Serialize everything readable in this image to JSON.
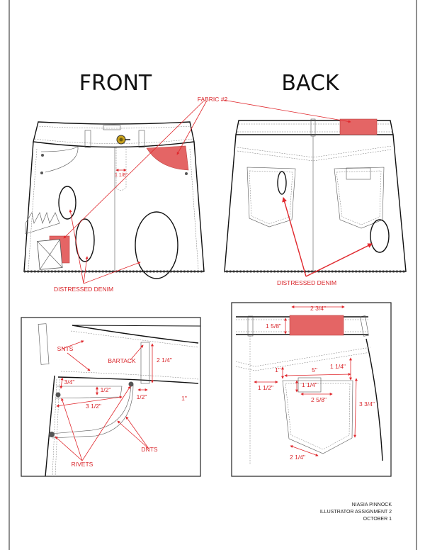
{
  "titles": {
    "front": "FRONT",
    "back": "BACK"
  },
  "callouts": {
    "fabric2": "FABRIC #2",
    "distressed_front": "DISTRESSED DENIM",
    "distressed_back": "DISTRESSED DENIM",
    "fly_width": "1 1/8\""
  },
  "detail_front": {
    "snts": "SNTS",
    "bartack": "BARTACK",
    "loop_height": "2 1/4\"",
    "waist_drop": "3/4\"",
    "coin_height": "1/2\"",
    "coin_width": "3 1/2\"",
    "loop_width": "1/2\"",
    "one_inch": "1\"",
    "dnts": "DNTS",
    "rivets": "RIVETS"
  },
  "detail_back": {
    "band_width": "2 3/4\"",
    "band_height": "1 5/8\"",
    "yoke_to_pocket": "1 1/4\"",
    "pocket_top": "1\"",
    "pocket_width": "5\"",
    "side_offset": "1 1/2\"",
    "tag_height": "1 1/4\"",
    "tag_width": "2 5/8\"",
    "pocket_depth": "3 3/4\"",
    "point_edge": "2 1/4\""
  },
  "footer": {
    "name": "NIASIA PINNOCK",
    "assignment": "ILLUSTRATOR ASSIGNMENT 2",
    "date": "OCTOBER 1"
  },
  "colors": {
    "accent": "#e0282d",
    "fabric2": "#e46565"
  }
}
